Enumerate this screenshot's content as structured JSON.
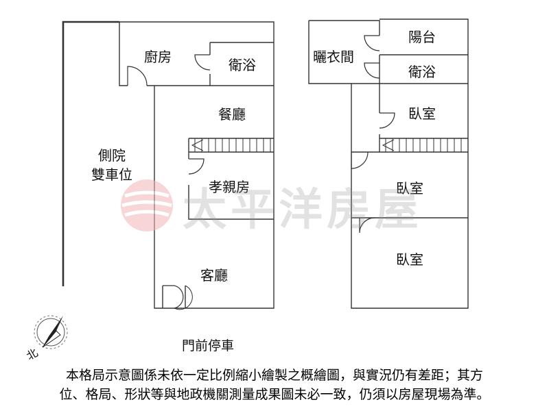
{
  "rooms": {
    "kitchen": "廚房",
    "bath_1f": "衛浴",
    "dining": "餐廳",
    "parent_room": "孝親房",
    "living": "客廳",
    "laundry": "曬衣間",
    "balcony": "陽台",
    "bath_2f": "衛浴",
    "bedroom_1": "臥室",
    "bedroom_2": "臥室",
    "bedroom_3": "臥室"
  },
  "side_yard": {
    "line1": "側院",
    "line2": "雙車位"
  },
  "front_parking": "門前停車",
  "compass": {
    "label": "北"
  },
  "watermark": {
    "text": "太平洋房屋"
  },
  "disclaimer": {
    "line1": "本格局示意圖係未依一定比例縮小繪製之概繪圖，與實況仍有差距；其方",
    "line2": "位、格局、形狀等與地政機關測量成果圖未必一致，仍須以房屋現場為準。"
  },
  "colors": {
    "wall": "#333333",
    "watermark_red": "#e0707a"
  }
}
